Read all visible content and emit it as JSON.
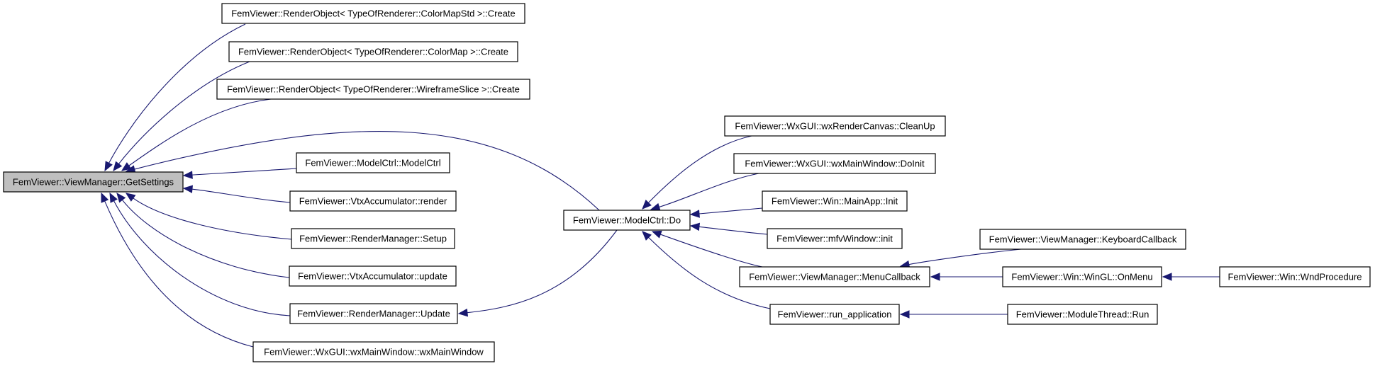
{
  "diagram": {
    "type": "call-graph",
    "colors": {
      "edge": "#191970",
      "root_fill": "#bfbfbf",
      "node_fill": "#ffffff",
      "border": "#000000"
    },
    "root": "getsettings",
    "nodes": [
      {
        "id": "getsettings",
        "label": "FemViewer::ViewManager::GetSettings"
      },
      {
        "id": "ro_colormapstd",
        "label": "FemViewer::RenderObject< TypeOfRenderer::ColorMapStd >::Create"
      },
      {
        "id": "ro_colormap",
        "label": "FemViewer::RenderObject< TypeOfRenderer::ColorMap >::Create"
      },
      {
        "id": "ro_wireframe",
        "label": "FemViewer::RenderObject< TypeOfRenderer::WireframeSlice >::Create"
      },
      {
        "id": "modelctrl_ctor",
        "label": "FemViewer::ModelCtrl::ModelCtrl"
      },
      {
        "id": "vtx_render",
        "label": "FemViewer::VtxAccumulator::render"
      },
      {
        "id": "rm_setup",
        "label": "FemViewer::RenderManager::Setup"
      },
      {
        "id": "vtx_update",
        "label": "FemViewer::VtxAccumulator::update"
      },
      {
        "id": "rm_update",
        "label": "FemViewer::RenderManager::Update"
      },
      {
        "id": "wxmainwindow_ctor",
        "label": "FemViewer::WxGUI::wxMainWindow::wxMainWindow"
      },
      {
        "id": "modelctrl_do",
        "label": "FemViewer::ModelCtrl::Do"
      },
      {
        "id": "cleanup",
        "label": "FemViewer::WxGUI::wxRenderCanvas::CleanUp"
      },
      {
        "id": "doinit",
        "label": "FemViewer::WxGUI::wxMainWindow::DoInit"
      },
      {
        "id": "mainapp_init",
        "label": "FemViewer::Win::MainApp::Init"
      },
      {
        "id": "mfv_init",
        "label": "FemViewer::mfvWindow::init"
      },
      {
        "id": "menucallback",
        "label": "FemViewer::ViewManager::MenuCallback"
      },
      {
        "id": "run_application",
        "label": "FemViewer::run_application"
      },
      {
        "id": "keyboardcallback",
        "label": "FemViewer::ViewManager::KeyboardCallback"
      },
      {
        "id": "onmenu",
        "label": "FemViewer::Win::WinGL::OnMenu"
      },
      {
        "id": "modulethread_run",
        "label": "FemViewer::ModuleThread::Run"
      },
      {
        "id": "wndprocedure",
        "label": "FemViewer::Win::WndProcedure"
      }
    ],
    "edges": [
      {
        "from": "ro_colormapstd",
        "to": "getsettings"
      },
      {
        "from": "ro_colormap",
        "to": "getsettings"
      },
      {
        "from": "ro_wireframe",
        "to": "getsettings"
      },
      {
        "from": "modelctrl_do",
        "to": "getsettings"
      },
      {
        "from": "modelctrl_ctor",
        "to": "getsettings"
      },
      {
        "from": "vtx_render",
        "to": "getsettings"
      },
      {
        "from": "rm_setup",
        "to": "getsettings"
      },
      {
        "from": "vtx_update",
        "to": "getsettings"
      },
      {
        "from": "rm_update",
        "to": "getsettings"
      },
      {
        "from": "wxmainwindow_ctor",
        "to": "getsettings"
      },
      {
        "from": "modelctrl_do",
        "to": "rm_update"
      },
      {
        "from": "cleanup",
        "to": "modelctrl_do"
      },
      {
        "from": "doinit",
        "to": "modelctrl_do"
      },
      {
        "from": "mainapp_init",
        "to": "modelctrl_do"
      },
      {
        "from": "mfv_init",
        "to": "modelctrl_do"
      },
      {
        "from": "menucallback",
        "to": "modelctrl_do"
      },
      {
        "from": "run_application",
        "to": "modelctrl_do"
      },
      {
        "from": "keyboardcallback",
        "to": "menucallback"
      },
      {
        "from": "onmenu",
        "to": "menucallback"
      },
      {
        "from": "modulethread_run",
        "to": "run_application"
      },
      {
        "from": "wndprocedure",
        "to": "onmenu"
      }
    ]
  }
}
